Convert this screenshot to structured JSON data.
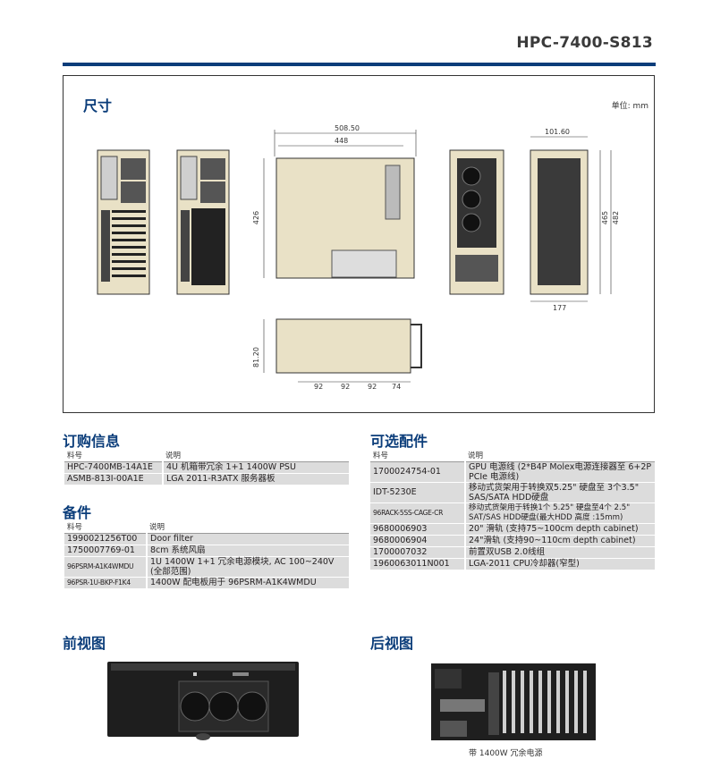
{
  "header": {
    "model": "HPC-7400-S813"
  },
  "dimensions": {
    "title": "尺寸",
    "unit": "单位: mm",
    "labels": {
      "d508": "508.50",
      "d448": "448",
      "d426": "426",
      "d101": "101.60",
      "d465": "465",
      "d482": "482",
      "d177": "177",
      "d81": "81.20",
      "d92a": "92",
      "d92b": "92",
      "d92c": "92",
      "d74": "74"
    }
  },
  "ordering": {
    "title": "订购信息",
    "headers": [
      "料号",
      "说明"
    ],
    "rows": [
      [
        "HPC-7400MB-14A1E",
        "4U 机箱带冗余 1+1 1400W PSU"
      ],
      [
        "ASMB-813I-00A1E",
        "LGA 2011-R3ATX 服务器板"
      ]
    ]
  },
  "spares": {
    "title": "备件",
    "headers": [
      "料号",
      "说明"
    ],
    "rows": [
      [
        "1990021256T00",
        "Door filter"
      ],
      [
        "1750007769-01",
        "8cm 系统风扇"
      ],
      [
        "96PSRM-A1K4WMDU",
        "1U 1400W 1+1 冗余电源模块, AC 100~240V (全部范围)"
      ],
      [
        "96PSR-1U-BKP-F1K4",
        "1400W 配电板用于 96PSRM-A1K4WMDU"
      ]
    ]
  },
  "options": {
    "title": "可选配件",
    "headers": [
      "料号",
      "说明"
    ],
    "rows": [
      [
        "1700024754-01",
        "GPU 电源线 (2*B4P Molex电源连接器至 6+2P PCIe 电源线)"
      ],
      [
        "IDT-5230E",
        "移动式货架用于转换双5.25\" 硬盘至 3个3.5\" SAS/SATA HDD硬盘"
      ],
      [
        "96RACK-5SS-CAGE-CR",
        "移动式货架用于转换1个 5.25\" 硬盘至4个 2.5\" SAT/SAS HDD硬盘(最大HDD 高度 :15mm)"
      ],
      [
        "9680006903",
        "20\" 滑轨 (支持75~100cm depth cabinet)"
      ],
      [
        "9680006904",
        "24\"滑轨 (支持90~110cm depth cabinet)"
      ],
      [
        "1700007032",
        "前置双USB 2.0线组"
      ],
      [
        "1960063011N001",
        "LGA-2011 CPU冷却器(窄型)"
      ]
    ]
  },
  "front_view": {
    "title": "前视图"
  },
  "rear_view": {
    "title": "后视图",
    "caption": "带 1400W 冗余电源"
  },
  "colors": {
    "brand_blue": "#0b3d7a",
    "chassis_beige": "#e9e1c6",
    "row_gray": "#dcdcdc"
  }
}
